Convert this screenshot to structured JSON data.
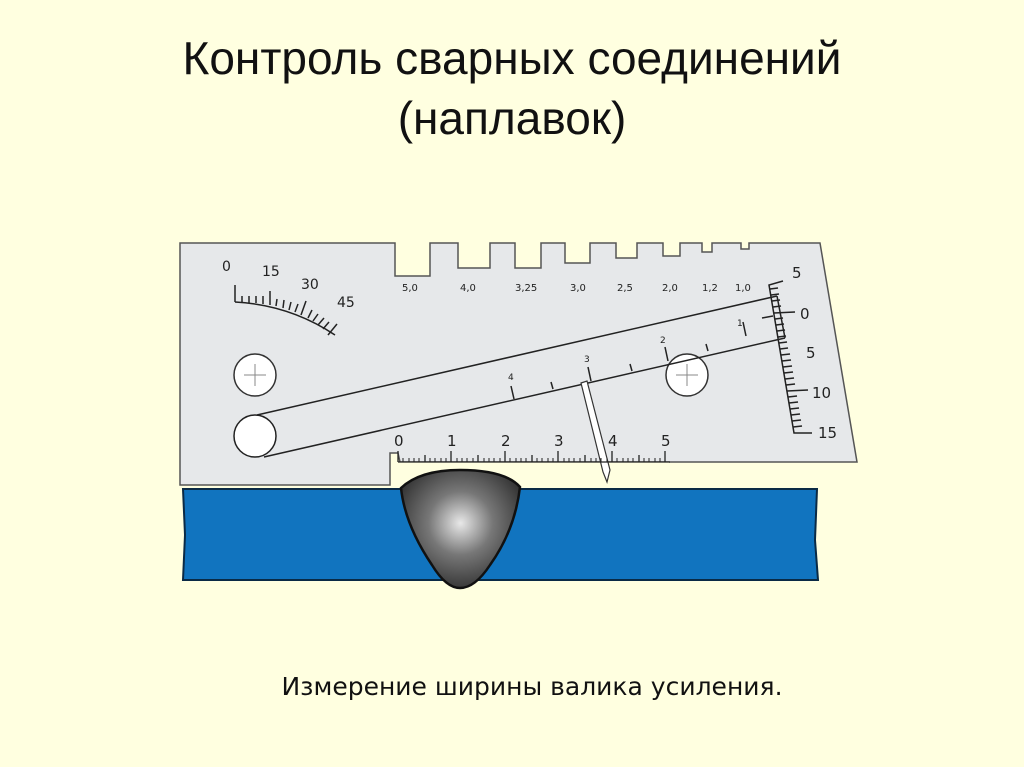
{
  "slide": {
    "title_line1": "Контроль сварных соединений",
    "title_line2": "(наплавок)",
    "caption": "Измерение ширины валика усиления.",
    "background_color": "#ffffe0"
  },
  "gauge": {
    "body_color": "#e6e8ea",
    "angle_scale": {
      "labels": [
        "0",
        "15",
        "30",
        "45"
      ]
    },
    "notch_labels": [
      "5,0",
      "4,0",
      "3,25",
      "3,0",
      "2,5",
      "2,0",
      "1,2",
      "1,0"
    ],
    "side_scale": {
      "labels": [
        "5",
        "0",
        "5",
        "10",
        "15"
      ]
    },
    "slider_scale": {
      "labels": [
        "4",
        "3",
        "2",
        "1"
      ]
    },
    "bottom_ruler": {
      "labels": [
        "0",
        "1",
        "2",
        "3",
        "4",
        "5"
      ]
    }
  },
  "workpiece": {
    "plate_color": "#1174bf",
    "weld_color": "#3a3a3a"
  }
}
